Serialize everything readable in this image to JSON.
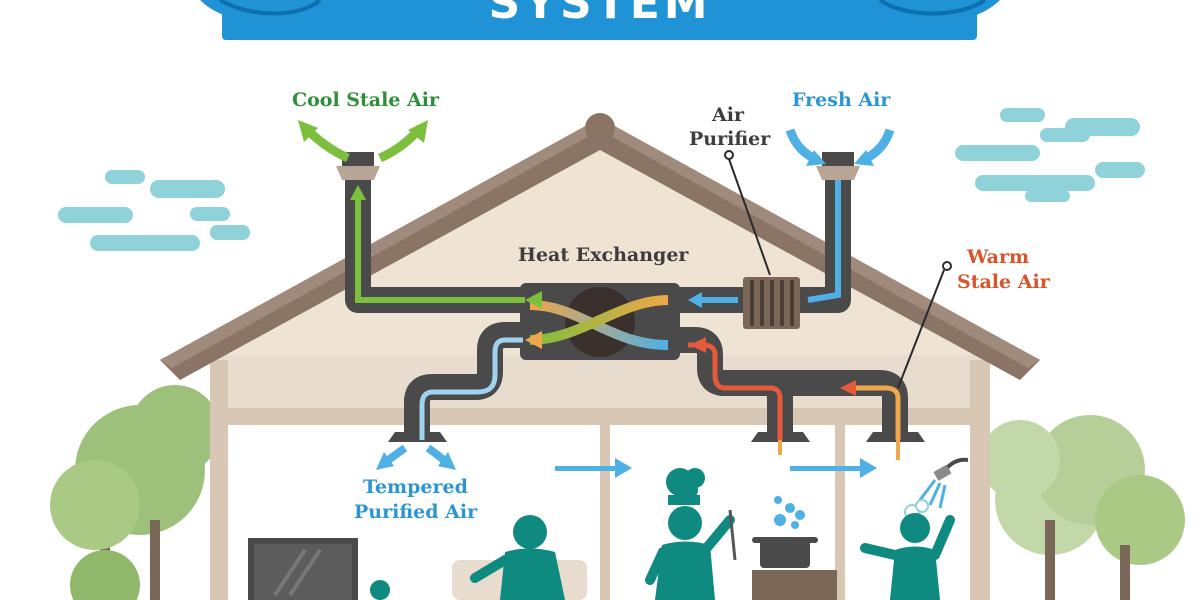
{
  "banner": {
    "title": "SYSTEM"
  },
  "labels": {
    "cool_stale_air": "Cool Stale Air",
    "fresh_air": "Fresh Air",
    "air_purifier_line1": "Air",
    "air_purifier_line2": "Purifier",
    "heat_exchanger": "Heat Exchanger",
    "warm_stale_air_line1": "Warm",
    "warm_stale_air_line2": "Stale Air",
    "tempered_line1": "Tempered",
    "tempered_line2": "Purified Air"
  },
  "colors": {
    "banner": "#1f93d6",
    "duct": "#4a4a4a",
    "cool_stale": "#7cbf3d",
    "fresh": "#4fb0e6",
    "warm": "#e45a3a",
    "tempered": "#9fd3f0",
    "roof": "#8a7466",
    "wall": "#e7dccd",
    "attic": "#efe4d4",
    "tree": "#9dc07a",
    "person": "#0f8a80",
    "cloud": "#8fd2da",
    "label_green": "#2f8e3a",
    "label_blue": "#2c95d4",
    "label_dark": "#3d3d3d",
    "label_red": "#d9532c"
  },
  "icons": [
    "cloud-icon",
    "tree-icon",
    "person-icon",
    "tv-icon",
    "pot-icon",
    "shower-icon",
    "arrow-icon"
  ]
}
